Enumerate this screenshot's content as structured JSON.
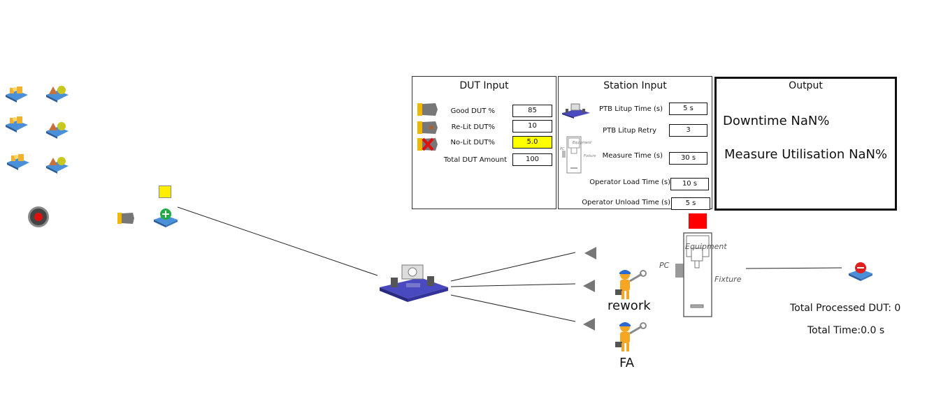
{
  "dut_input": {
    "title": "DUT Input",
    "fields": [
      {
        "label": "Good DUT %",
        "value": "85",
        "highlight": false
      },
      {
        "label": "Re-Lit DUT%",
        "value": "10",
        "highlight": false
      },
      {
        "label": "No-Lit DUT%",
        "value": "5.0",
        "highlight": true
      },
      {
        "label": "Total DUT Amount",
        "value": "100",
        "highlight": false
      }
    ],
    "highlight_color": "#ffff00"
  },
  "station_input": {
    "title": "Station Input",
    "fields": [
      {
        "label": "PTB Litup Time (s)",
        "value": "5  s"
      },
      {
        "label": "PTB Litup Retry",
        "value": "3"
      },
      {
        "label": "Measure Time (s)",
        "value": "30 s"
      },
      {
        "label": "Operator Load Time (s)",
        "value": "10  s"
      },
      {
        "label": "Operator Unload Time (s)",
        "value": "5  s"
      }
    ],
    "mini_station": {
      "equipment": "Equipment",
      "pc": "PC",
      "fixture": "Fixture"
    }
  },
  "output": {
    "title": "Output",
    "downtime": "Downtime NaN%",
    "utilisation": "Measure Utilisation NaN%"
  },
  "station": {
    "equipment": "Equipment",
    "pc": "PC",
    "fixture": "Fixture",
    "status_color": "#ff0000"
  },
  "workers": {
    "rework": "rework",
    "fa": "FA"
  },
  "totals": {
    "processed": "Total Processed DUT: 0",
    "time": "Total Time:0.0 s"
  },
  "icons": {
    "left_column": [
      "agv-icon",
      "shape-node-icon"
    ],
    "stop": "stop-button-icon",
    "source": "source-plus-icon",
    "sink": "sink-minus-icon",
    "indicator_color": "#ffee00"
  }
}
